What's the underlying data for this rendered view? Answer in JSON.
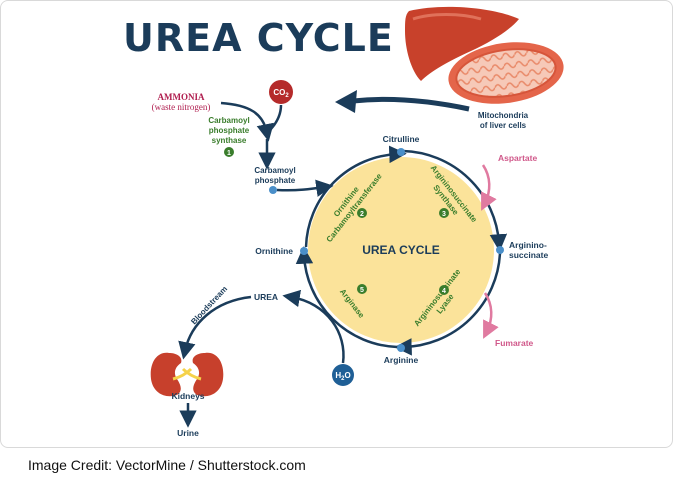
{
  "title": "UREA CYCLE",
  "center_label": "UREA CYCLE",
  "colors": {
    "navy": "#1b3c5a",
    "green": "#3a7d2c",
    "ammonia": "#b01e4f",
    "pink": "#e07aa0",
    "node": "#4a8fc9",
    "co2": "#b52a2a",
    "h2o": "#1f5f96",
    "center_fill": "#fbe39a",
    "liver": "#c8412b",
    "kidney": "#c7402c"
  },
  "labels": {
    "ammonia": "AMMONIA",
    "waste_nitrogen": "(waste nitrogen)",
    "co2": "CO",
    "co2_sub": "2",
    "enzyme1_line1": "Carbamoyl",
    "enzyme1_line2": "phosphate",
    "enzyme1_line3": "synthase",
    "enzyme1_num": "1",
    "carbamoyl_line1": "Carbamoyl",
    "carbamoyl_line2": "phosphate",
    "citrulline": "Citrulline",
    "aspartate": "Aspartate",
    "argininosuccinate_line1": "Arginino-",
    "argininosuccinate_line2": "succinate",
    "fumarate": "Fumarate",
    "arginine": "Arginine",
    "h2o": "H",
    "h2o_sub": "2",
    "h2o_end": "O",
    "ornithine": "Ornithine",
    "urea": "UREA",
    "bloodstream": "Bloodstream",
    "kidneys": "Kidneys",
    "urine": "Urine",
    "mito_line1": "Mitochondria",
    "mito_line2": "of liver cells"
  },
  "enzymes": {
    "e2_line1": "Ornithine",
    "e2_line2": "Carbamoyltransferase",
    "e2_num": "2",
    "e3_line1": "Argininosuccinate",
    "e3_line2": "Synthase",
    "e3_num": "3",
    "e4_line1": "Argininosuccinate",
    "e4_line2": "Lyase",
    "e4_num": "4",
    "e5_line1": "Arginase",
    "e5_num": "5"
  },
  "credit": "Image Credit: VectorMine / Shutterstock.com"
}
